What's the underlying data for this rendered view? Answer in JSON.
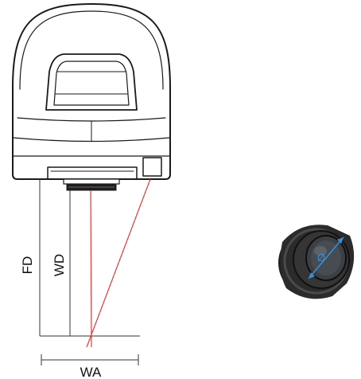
{
  "labels": {
    "fd": "FD",
    "wd": "WD",
    "wa": "WA",
    "diameter": "Ø"
  },
  "colors": {
    "outline": "#1a1a1a",
    "beam": "#e53935",
    "diameter_marker": "#3a8fd8",
    "lens_body": "#2b2b2b"
  },
  "icons": {
    "camera": "vision-sensor-icon",
    "lens": "lens-icon"
  }
}
